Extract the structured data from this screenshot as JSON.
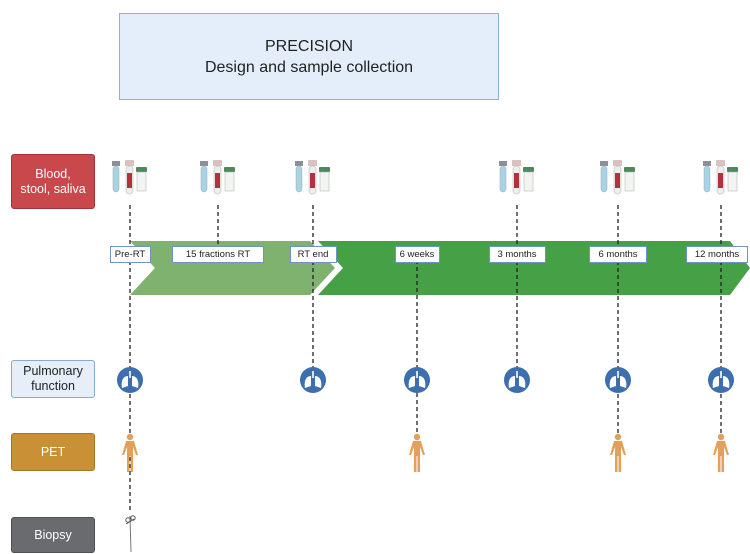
{
  "title": {
    "line1": "PRECISION",
    "line2": "Design and sample collection"
  },
  "rows": {
    "blood": "Blood,\nstool, saliva",
    "pulmonary": "Pulmonary\nfunction",
    "pet": "PET",
    "biopsy": "Biopsy"
  },
  "timepoints": [
    {
      "label": "Pre-RT",
      "blood": true,
      "pulmonary": true,
      "pet": true,
      "biopsy": true
    },
    {
      "label": "15 fractions RT",
      "blood": true,
      "pulmonary": false,
      "pet": false,
      "biopsy": false
    },
    {
      "label": "RT end",
      "blood": true,
      "pulmonary": true,
      "pet": false,
      "biopsy": false
    },
    {
      "label": "6 weeks",
      "blood": false,
      "pulmonary": true,
      "pet": true,
      "biopsy": false
    },
    {
      "label": "3 months",
      "blood": true,
      "pulmonary": true,
      "pet": false,
      "biopsy": false
    },
    {
      "label": "6 months",
      "blood": true,
      "pulmonary": true,
      "pet": true,
      "biopsy": false
    },
    {
      "label": "12 months",
      "blood": true,
      "pulmonary": true,
      "pet": true,
      "biopsy": false
    }
  ],
  "colors": {
    "arrow_light": "#7fb26f",
    "arrow_dark": "#46a146",
    "lung_circle": "#3d6fae",
    "person": "#e2a15a",
    "tube_blue": "#a9d3e4",
    "tube_red": "#b3323a",
    "tube_green": "#4c8a5e"
  },
  "icons": {
    "sample": "sample-tubes-icon",
    "pulmonary": "lungs-icon",
    "pet": "person-icon",
    "biopsy": "biopsy-needle-icon"
  }
}
